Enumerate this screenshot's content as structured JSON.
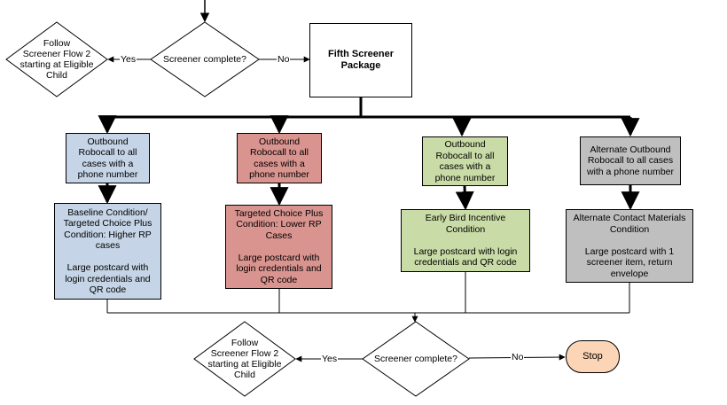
{
  "nodes": {
    "follow_top": "Follow\nScreener Flow 2\nstarting at Eligible\nChild",
    "decision_top": "Screener complete?",
    "fifth_package": "Fifth Screener\nPackage",
    "robocall_1": "Outbound\nRobocall to all\ncases with a\nphone number",
    "robocall_2": "Outbound\nRobocall to all\ncases with a\nphone number",
    "robocall_3": "Outbound\nRobocall to all\ncases with a\nphone number",
    "robocall_4": "Alternate Outbound\nRobocall to all cases\nwith a phone number",
    "condition_1": "Baseline Condition/\nTargeted Choice Plus\nCondition: Higher RP\ncases\n\nLarge postcard with\nlogin credentials and\nQR code",
    "condition_2": "Targeted Choice Plus\nCondition: Lower RP\nCases\n\nLarge postcard with\nlogin credentials and\nQR code",
    "condition_3": "Early Bird Incentive\nCondition\n\nLarge postcard with login\ncredentials and QR code",
    "condition_4": "Alternate Contact Materials\nCondition\n\nLarge postcard with 1\nscreener item, return\nenvelope",
    "follow_bottom": "Follow\nScreener Flow 2\nstarting at Eligible\nChild",
    "decision_bottom": "Screener complete?",
    "stop": "Stop"
  },
  "edge_labels": {
    "yes_top": "Yes",
    "no_top": "No",
    "yes_bottom": "Yes",
    "no_bottom": "No"
  },
  "colors": {
    "blue": "#c5d4e6",
    "red": "#d9948f",
    "green": "#c9dba6",
    "gray": "#bfbfbf",
    "stop": "#fbd5b5"
  }
}
